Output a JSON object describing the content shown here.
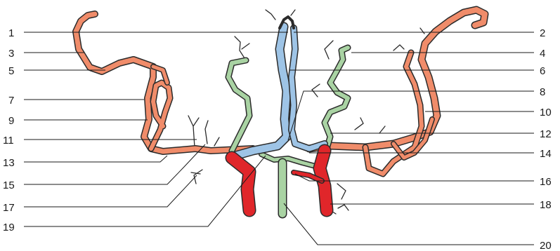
{
  "labels_left": [
    "1",
    "3",
    "5",
    "7",
    "9",
    "11",
    "13",
    "15",
    "17",
    "19"
  ],
  "labels_right": [
    "2",
    "4",
    "6",
    "8",
    "10",
    "12",
    "14",
    "16",
    "18",
    "20"
  ],
  "colors": {
    "artery_orange": "#f08c6a",
    "vein_blue": "#9ec4e6",
    "vessel_green": "#a9d3a3",
    "artery_red": "#e0262a",
    "outline": "#2b2b2b"
  }
}
